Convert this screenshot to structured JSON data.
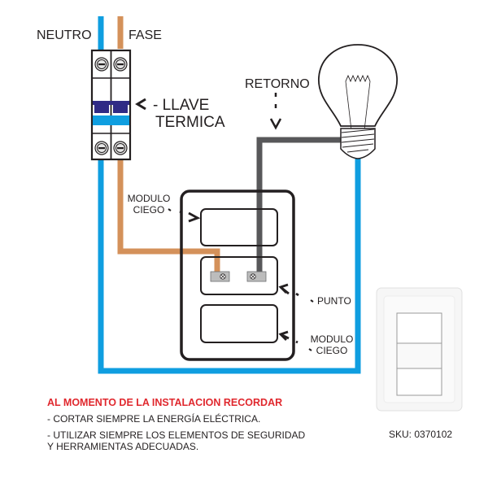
{
  "labels": {
    "neutro": "NEUTRO",
    "fase": "FASE",
    "llave_termica_line1": "- LLAVE",
    "llave_termica_line2": "TERMICA",
    "retorno": "RETORNO",
    "modulo_ciego_top_line1": "MODULO",
    "modulo_ciego_top_line2": "CIEGO",
    "punto": "PUNTO",
    "modulo_ciego_bottom_line1": "MODULO",
    "modulo_ciego_bottom_line2": "CIEGO"
  },
  "notes": {
    "title": "AL MOMENTO DE LA INSTALACION RECORDAR",
    "items": [
      "- CORTAR SIEMPRE LA ENERGÍA ELÉCTRICA.",
      "- UTILIZAR SIEMPRE LOS ELEMENTOS DE SEGURIDAD Y HERRAMIENTAS ADECUADAS."
    ]
  },
  "sku": "SKU: 0370102",
  "colors": {
    "neutral_wire": "#0f9ee0",
    "phase_wire": "#d4915a",
    "return_wire": "#58585a",
    "breaker_handle": "#2f2a85",
    "breaker_band": "#0f9ee0",
    "warning_title": "#e0282e"
  },
  "icons": {
    "bulb": "light-bulb-icon",
    "breaker": "circuit-breaker-icon",
    "switch_photo": "wall-switch-icon"
  }
}
